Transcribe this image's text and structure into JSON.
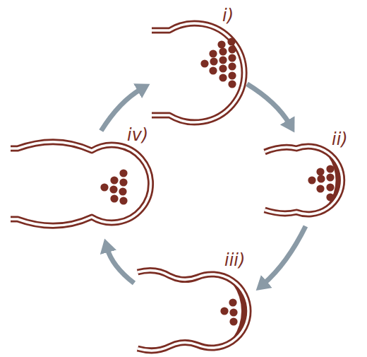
{
  "diagram": {
    "nodes": [
      {
        "text": [
          "i)"
        ]
      },
      {
        "text": [
          "ii)"
        ]
      },
      {
        "text": [
          "iii)"
        ]
      },
      {
        "text": [
          "iv)"
        ]
      }
    ],
    "edges": [
      {
        "from": 0,
        "to": 1,
        "arrow": "to"
      },
      {
        "from": 1,
        "to": 2,
        "arrow": "to"
      },
      {
        "from": 2,
        "to": 3,
        "arrow": "to"
      },
      {
        "from": 3,
        "to": 0,
        "arrow": "to"
      }
    ]
  }
}
